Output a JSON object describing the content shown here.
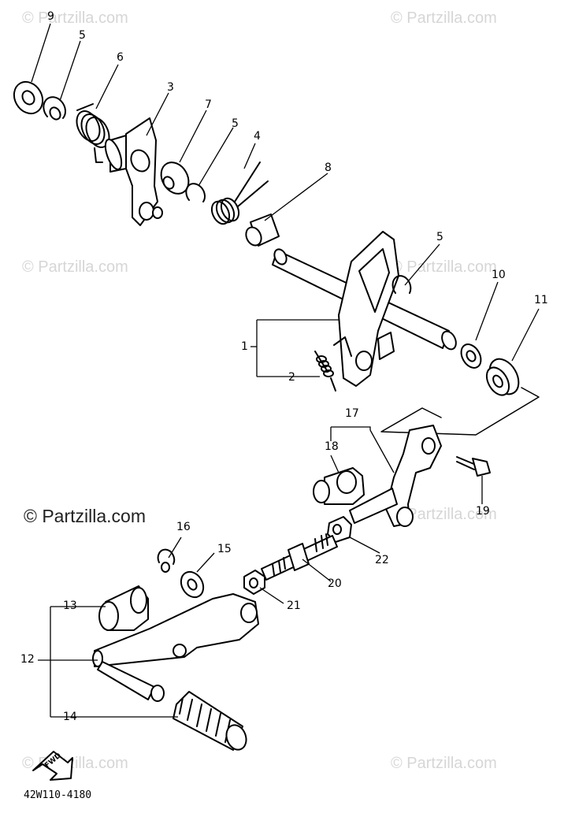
{
  "watermark": "© Partzilla.com",
  "diagram_code": "42W110-4180",
  "fwd_label": "FWD",
  "callouts": {
    "c1": "1",
    "c2": "2",
    "c3": "3",
    "c4": "4",
    "c5a": "5",
    "c5b": "5",
    "c5c": "5",
    "c6": "6",
    "c7": "7",
    "c8": "8",
    "c9": "9",
    "c10": "10",
    "c11": "11",
    "c12": "12",
    "c13": "13",
    "c14": "14",
    "c15": "15",
    "c16": "16",
    "c17": "17",
    "c18": "18",
    "c19": "19",
    "c20": "20",
    "c21": "21",
    "c22": "22"
  }
}
